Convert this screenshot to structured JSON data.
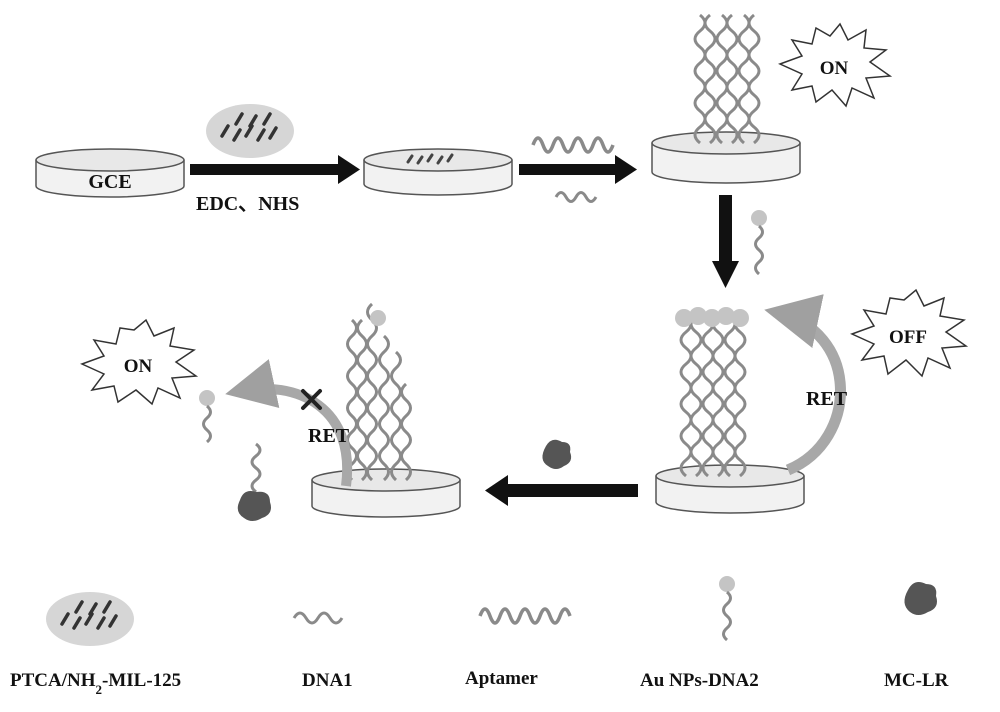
{
  "electrode_label": "GCE",
  "step1_label": "EDC、NHS",
  "bursts": {
    "on_top": "ON",
    "off": "OFF",
    "on_left": "ON"
  },
  "ret_right": "RET",
  "ret_left": "RET",
  "legend": {
    "ptca_prefix": "PTCA/NH",
    "ptca_sub": "2",
    "ptca_suffix": "-MIL-125",
    "dna1": "DNA1",
    "aptamer": "Aptamer",
    "au_dna2": "Au NPs-DNA2",
    "mclr": "MC-LR"
  },
  "colors": {
    "strand": "#8a8a8a",
    "arrow": "#111111",
    "curved_arrow": "#a8a8a8",
    "au_particle": "#c4c4c4",
    "mclr": "#555555",
    "disc_fill": "#f0f0f0",
    "disc_edge": "#555555"
  },
  "icons": [
    "disc-electrode",
    "strand-helix",
    "gold-nanoparticle",
    "toxin-particle",
    "starburst"
  ]
}
